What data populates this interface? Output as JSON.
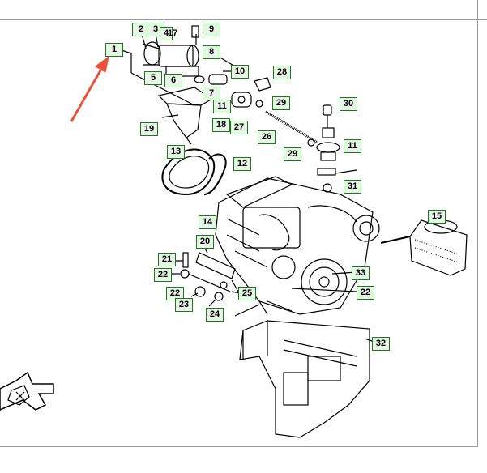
{
  "viewer": {
    "name": "exploded-parts-diagram"
  },
  "callouts": [
    {
      "id": "c1",
      "label": "1"
    },
    {
      "id": "c2",
      "label": "2"
    },
    {
      "id": "c3",
      "label": "3"
    },
    {
      "id": "c4",
      "label": "4"
    },
    {
      "id": "c5",
      "label": "5"
    },
    {
      "id": "c6",
      "label": "6"
    },
    {
      "id": "c7",
      "label": "7"
    },
    {
      "id": "c8",
      "label": "8"
    },
    {
      "id": "c9",
      "label": "9"
    },
    {
      "id": "c10",
      "label": "10"
    },
    {
      "id": "c11a",
      "label": "11"
    },
    {
      "id": "c11b",
      "label": "11"
    },
    {
      "id": "c12",
      "label": "12"
    },
    {
      "id": "c13",
      "label": "13"
    },
    {
      "id": "c14",
      "label": "14"
    },
    {
      "id": "c15",
      "label": "15"
    },
    {
      "id": "c18",
      "label": "18"
    },
    {
      "id": "c19",
      "label": "19"
    },
    {
      "id": "c20",
      "label": "20"
    },
    {
      "id": "c21",
      "label": "21"
    },
    {
      "id": "c22a",
      "label": "22"
    },
    {
      "id": "c22b",
      "label": "22"
    },
    {
      "id": "c22c",
      "label": "22"
    },
    {
      "id": "c23",
      "label": "23"
    },
    {
      "id": "c24",
      "label": "24"
    },
    {
      "id": "c25",
      "label": "25"
    },
    {
      "id": "c26",
      "label": "26"
    },
    {
      "id": "c27",
      "label": "27"
    },
    {
      "id": "c28",
      "label": "28"
    },
    {
      "id": "c29a",
      "label": "29"
    },
    {
      "id": "c29b",
      "label": "29"
    },
    {
      "id": "c30",
      "label": "30"
    },
    {
      "id": "c31",
      "label": "31"
    },
    {
      "id": "c32",
      "label": "32"
    },
    {
      "id": "c33",
      "label": "33"
    }
  ],
  "plain_labels": {
    "part17": "17"
  },
  "colors": {
    "callout_border": "#1a7a1a",
    "callout_fill": "#e6f5e6",
    "arrow": "#e8533a",
    "line": "#000000"
  }
}
